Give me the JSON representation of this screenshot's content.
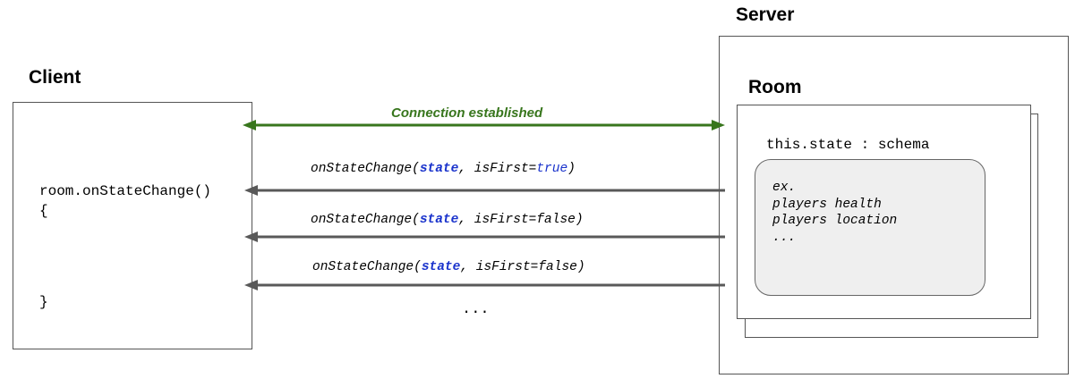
{
  "client": {
    "title": "Client",
    "code_line_1": "room.onStateChange()",
    "code_line_2": "{",
    "code_line_3": "}"
  },
  "server": {
    "title": "Server",
    "room": {
      "title": "Room",
      "state_label": "this.state : schema",
      "schema_lines": [
        "ex.",
        "players health",
        "players location",
        "..."
      ]
    }
  },
  "connection": {
    "label": "Connection established",
    "color": "#38761d"
  },
  "messages": [
    {
      "fn_open": "onStateChange(",
      "state": "state",
      "sep": ", isFirst=",
      "is_first": "true",
      "close": ")"
    },
    {
      "fn_open": "onStateChange(",
      "state": "state",
      "sep": ", isFirst=",
      "is_first": "false",
      "close": ")"
    },
    {
      "fn_open": "onStateChange(",
      "state": "state",
      "sep": ", isFirst=",
      "is_first": "false",
      "close": ")"
    }
  ],
  "more_indicator": "...",
  "colors": {
    "keyword": "#1a33cc",
    "arrow": "#595959",
    "schema_fill": "#efefef"
  }
}
